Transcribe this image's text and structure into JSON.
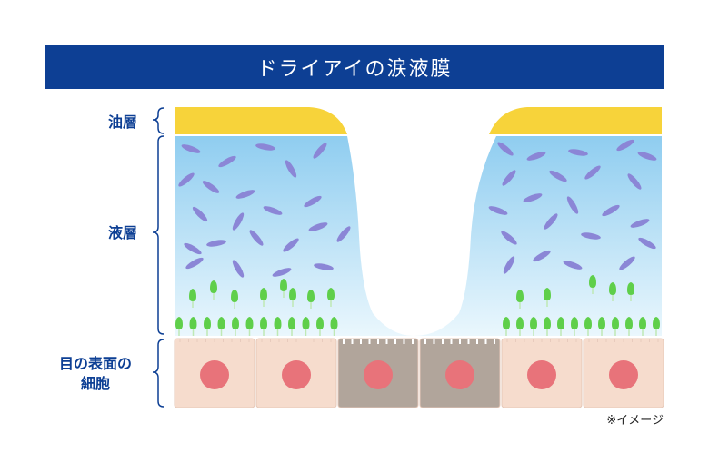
{
  "title": "ドライアイの涙液膜",
  "labels": {
    "oil_layer": "油層",
    "liquid_layer": "液層",
    "surface_cells_line1": "目の表面の",
    "surface_cells_line2": "細胞"
  },
  "note": "※イメージ",
  "colors": {
    "title_bg": "#0d3f94",
    "oil": "#f7d33a",
    "liquid_top": "#8fcdf0",
    "liquid_bottom": "#e9f6fd",
    "mucin_leaf": "#8b86d6",
    "goblet_green": "#5fcf4a",
    "healthy_cell": "#f6dccd",
    "damaged_cell": "#b1a59b",
    "nucleus": "#e8737a"
  },
  "cells": [
    {
      "state": "healthy"
    },
    {
      "state": "healthy"
    },
    {
      "state": "damaged"
    },
    {
      "state": "damaged"
    },
    {
      "state": "healthy"
    },
    {
      "state": "healthy"
    }
  ]
}
